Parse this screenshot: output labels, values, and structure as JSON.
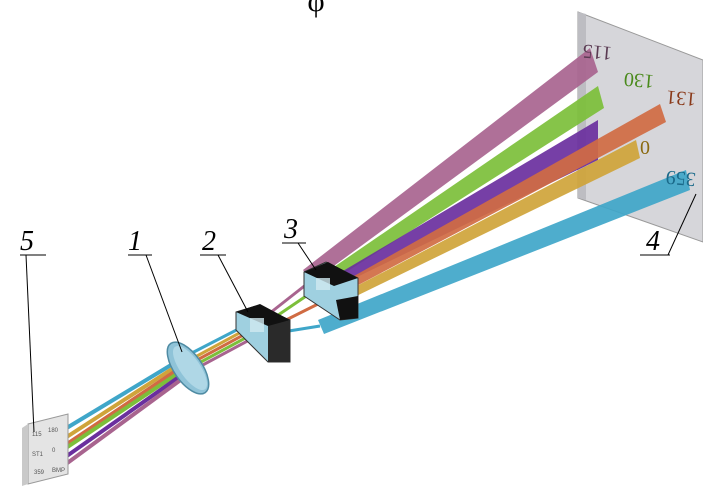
{
  "diagram": {
    "top_fragment": "φ",
    "callouts": {
      "1": "1",
      "2": "2",
      "3": "3",
      "4": "4",
      "5": "5"
    },
    "beams": [
      {
        "label": "115",
        "color": "#a8648f"
      },
      {
        "label": "130",
        "color": "#7cbf3a"
      },
      {
        "label": "",
        "color": "#6a2f9e"
      },
      {
        "label": "131",
        "color": "#d06b43"
      },
      {
        "label": "0",
        "color": "#cfa43a"
      },
      {
        "label": "359",
        "color": "#3fa6c9"
      }
    ],
    "source_labels": [
      "115",
      "180",
      "ST1",
      "0",
      "359",
      "BMP"
    ]
  }
}
